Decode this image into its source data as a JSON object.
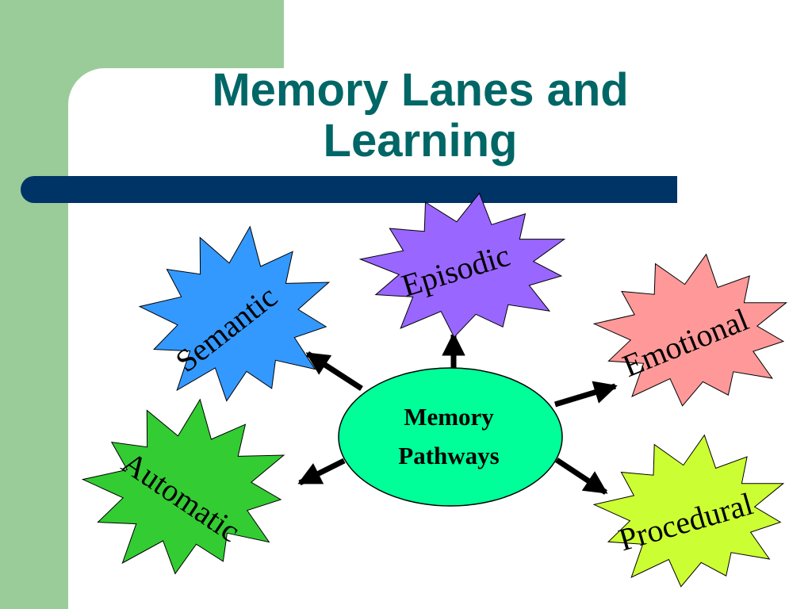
{
  "slide": {
    "title_lines": [
      "Memory Lanes and",
      "Learning"
    ]
  },
  "diagram": {
    "center": {
      "lines": [
        "Memory",
        "Pathways"
      ],
      "color": "#00ff99"
    },
    "nodes": [
      {
        "id": "episodic",
        "label": "Episodic",
        "color": "#9966ff"
      },
      {
        "id": "semantic",
        "label": "Semantic",
        "color": "#3399ff"
      },
      {
        "id": "emotional",
        "label": "Emotional",
        "color": "#ff9999"
      },
      {
        "id": "automatic",
        "label": "Automatic",
        "color": "#33cc33"
      },
      {
        "id": "procedural",
        "label": "Procedural",
        "color": "#ccff33"
      }
    ]
  }
}
